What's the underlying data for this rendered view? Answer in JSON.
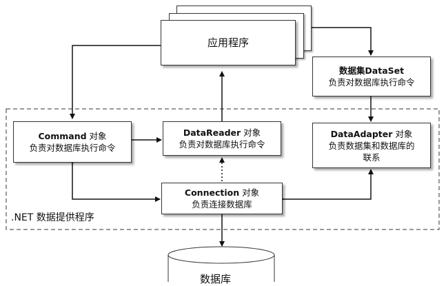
{
  "app": {
    "label": "应用程序"
  },
  "dataset": {
    "name": "数据集DataSet",
    "desc": "负责对数据库执行命令"
  },
  "command": {
    "name": "Command",
    "suffix": " 对象",
    "desc": "负责对数据库执行命令"
  },
  "datareader": {
    "name": "DataReader",
    "suffix": " 对象",
    "desc": "负责对数据库执行命令"
  },
  "dataadapter": {
    "name": "DataAdapter",
    "suffix": " 对象",
    "desc1": "负责数据集和数据库的",
    "desc2": "联系"
  },
  "connection": {
    "name": "Connection",
    "suffix": " 对象",
    "desc": "负责连接数据库"
  },
  "provider": {
    "label": ".NET 数据提供程序"
  },
  "database": {
    "label": "数据库"
  }
}
